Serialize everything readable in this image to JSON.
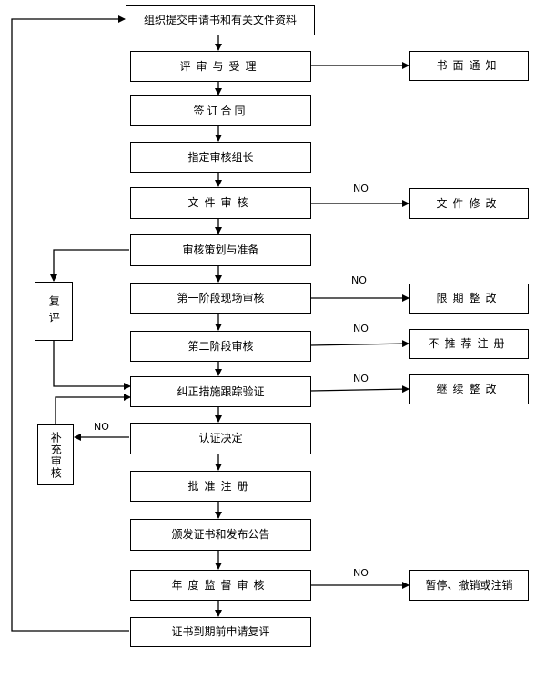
{
  "steps": {
    "s1": "组织提交申请书和有关文件资料",
    "s2": "评审与受理",
    "s3": "签订合同",
    "s4": "指定审核组长",
    "s5": "文件审核",
    "s6": "审核策划与准备",
    "s7": "第一阶段现场审核",
    "s8": "第二阶段审核",
    "s9": "纠正措施跟踪验证",
    "s10": "认证决定",
    "s11": "批准注册",
    "s12": "颁发证书和发布公告",
    "s13": "年度监督审核",
    "s14": "证书到期前申请复评"
  },
  "side": {
    "r1": "书面通知",
    "r2": "文件修改",
    "r3": "限期整改",
    "r4": "不推荐注册",
    "r5": "继续整改",
    "r6": "暂停、撤销或注销",
    "l1": "复评",
    "l2": "补充审核"
  },
  "labels": {
    "no": "NO"
  }
}
